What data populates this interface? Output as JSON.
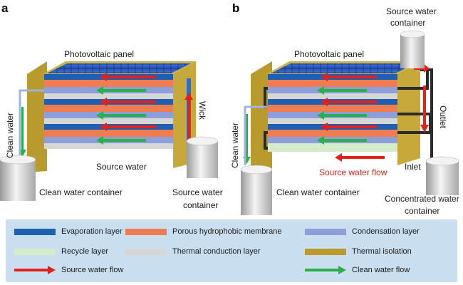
{
  "panel_a": {
    "letter": "a",
    "pv_label": "Photovoltaic panel",
    "clean_water": "Clean water",
    "wick": "Wick",
    "source_water": "Source water",
    "clean_container": "Clean water container",
    "source_container_1": "Source water",
    "source_container_2": "container"
  },
  "panel_b": {
    "letter": "b",
    "pv_label": "Photovoltaic panel",
    "source_container_top_1": "Source water",
    "source_container_top_2": "container",
    "clean_water": "Clean water",
    "outlet": "Outlet",
    "inlet": "Inlet",
    "source_flow": "Source water flow",
    "clean_container": "Clean water container",
    "conc_container_1": "Concentrated water",
    "conc_container_2": "container"
  },
  "legend": {
    "items": [
      {
        "label": "Evaporation layer",
        "color": "#1f5fb0"
      },
      {
        "label": "Porous hydrophobic membrane",
        "color": "#f07c52"
      },
      {
        "label": "Condensation layer",
        "color": "#8c9fda"
      },
      {
        "label": "Recycle layer",
        "color": "#d4ecc9"
      },
      {
        "label": "Thermal conduction layer",
        "color": "#d6d6d6"
      },
      {
        "label": "Thermal isolation",
        "color": "#b99a2c"
      },
      {
        "label": "Source water flow",
        "color": "#e3211c"
      },
      {
        "label": "Clean water flow",
        "color": "#2eae4a"
      }
    ]
  }
}
